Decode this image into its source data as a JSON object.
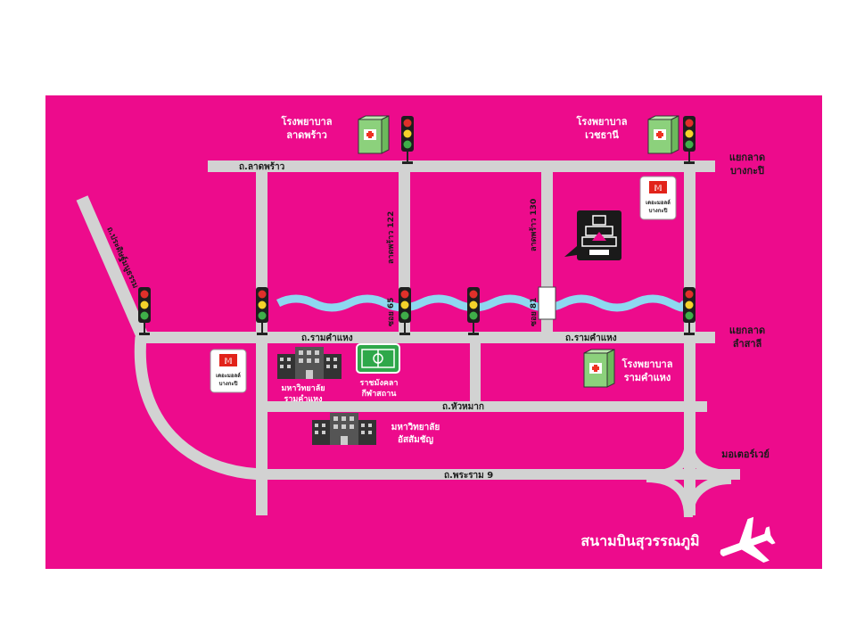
{
  "colors": {
    "background": "#ED0B8C",
    "road": "#D2D2D2",
    "canal": "#8ED8F0",
    "text": "#1A1A1A",
    "white_text": "#FFFFFF",
    "hospital_box": "#8CD17C",
    "stadium": "#2EA84A"
  },
  "roads": {
    "lat_phrao": "ถ.ลาดพร้าว",
    "ramkhamhaeng_left": "ถ.รามคำแหง",
    "ramkhamhaeng_right": "ถ.รามคำแหง",
    "hua_mak": "ถ.หัวหมาก",
    "rama9": "ถ.พระราม 9",
    "pradit_manutham": "ถ.ประดิษฐ์มนูธรรม",
    "lat_phrao_122": "ลาดพร้าว 122",
    "lat_phrao_130": "ลาดพร้าว 130",
    "soi_65": "ซอย 65",
    "soi_81": "ซอย 81"
  },
  "places": {
    "hospital_lat_phrao": [
      "โรงพยาบาล",
      "ลาดพร้าว"
    ],
    "hospital_vejthani": [
      "โรงพยาบาล",
      "เวชธานี"
    ],
    "hospital_ramkhamhaeng": [
      "โรงพยาบาล",
      "รามคำแหง"
    ],
    "intersection_bangkapi": [
      "แยกลาด",
      "บางกะปิ"
    ],
    "intersection_lamsali": [
      "แยกลาด",
      "ลำสาลี"
    ],
    "ramkhamhaeng_university": [
      "มหาวิทยาลัย",
      "รามคำแหง"
    ],
    "rajamangala_stadium": [
      "ราชมังคลา",
      "กีฬาสถาน"
    ],
    "assumption_university": [
      "มหาวิทยาลัย",
      "อัสสัมชัญ"
    ],
    "motorway": "มอเตอร์เวย์",
    "airport": "สนามบินสุวรรณภูมิ"
  },
  "shop_icon": "convenience-store-icon",
  "shop_labels": {
    "top_right": [
      "เดอะมอลล์",
      "บางกะปิ"
    ],
    "left": [
      "เดอะมอลล์",
      "บางกะปิ"
    ]
  },
  "destination_icon": "building-logo-icon"
}
